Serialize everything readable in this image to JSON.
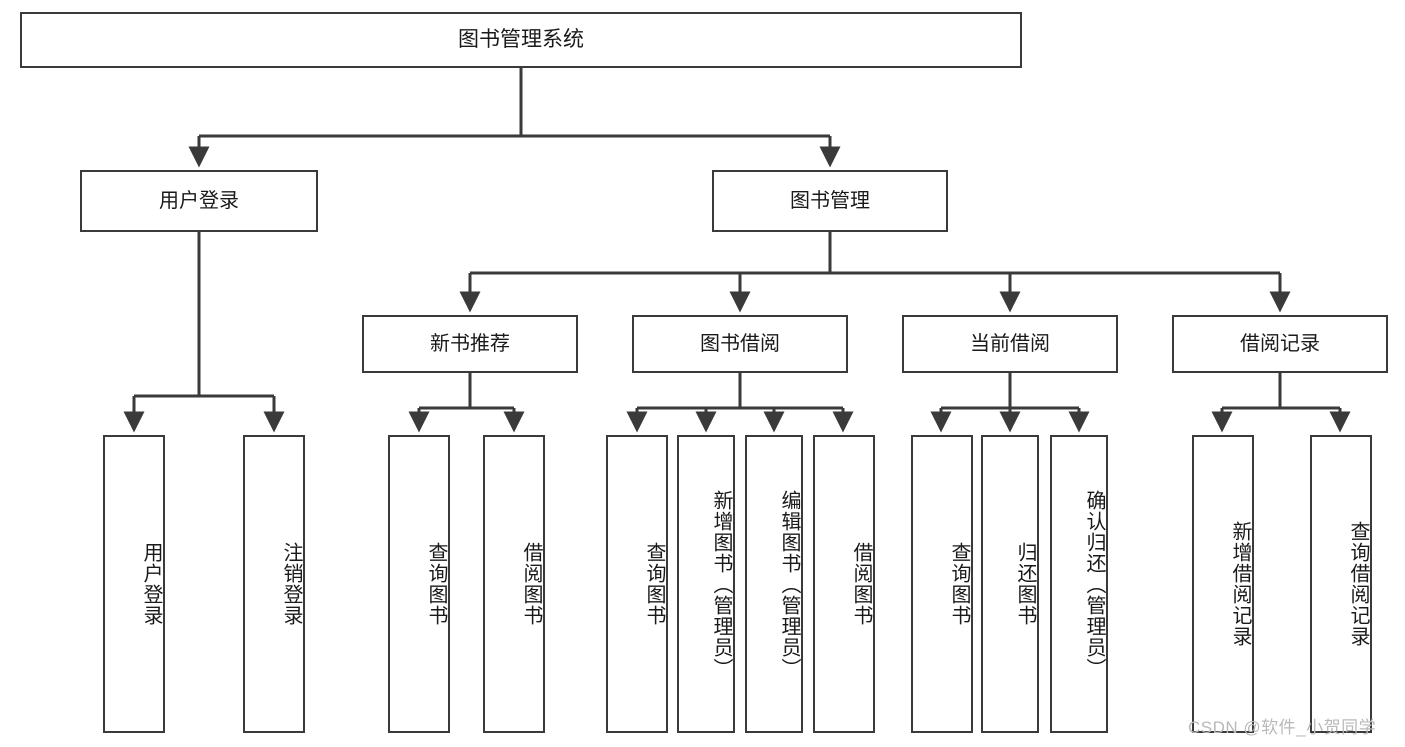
{
  "diagram": {
    "type": "tree-structure-chart",
    "title": "图书管理系统",
    "root": {
      "id": "root",
      "label": "图书管理系统"
    },
    "level2": [
      {
        "id": "user-login",
        "label": "用户登录"
      },
      {
        "id": "book-management",
        "label": "图书管理"
      }
    ],
    "level3": [
      {
        "id": "new-book-recommend",
        "label": "新书推荐",
        "parent": "book-management"
      },
      {
        "id": "book-borrow",
        "label": "图书借阅",
        "parent": "book-management"
      },
      {
        "id": "current-borrow",
        "label": "当前借阅",
        "parent": "book-management"
      },
      {
        "id": "borrow-record",
        "label": "借阅记录",
        "parent": "book-management"
      }
    ],
    "leaves": [
      {
        "id": "leaf-user-login",
        "label": "用户登录",
        "parent": "user-login"
      },
      {
        "id": "leaf-logout-login",
        "label": "注销登录",
        "parent": "user-login"
      },
      {
        "id": "leaf-query-book-1",
        "label": "查询图书",
        "parent": "new-book-recommend"
      },
      {
        "id": "leaf-borrow-book-1",
        "label": "借阅图书",
        "parent": "new-book-recommend"
      },
      {
        "id": "leaf-query-book-2",
        "label": "查询图书",
        "parent": "book-borrow"
      },
      {
        "id": "leaf-add-book",
        "label": "新增图书（管理员）",
        "parent": "book-borrow"
      },
      {
        "id": "leaf-edit-book",
        "label": "编辑图书（管理员）",
        "parent": "book-borrow"
      },
      {
        "id": "leaf-borrow-book-2",
        "label": "借阅图书",
        "parent": "book-borrow"
      },
      {
        "id": "leaf-query-book-3",
        "label": "查询图书",
        "parent": "current-borrow"
      },
      {
        "id": "leaf-return-book",
        "label": "归还图书",
        "parent": "current-borrow"
      },
      {
        "id": "leaf-confirm-return",
        "label": "确认归还（管理员）",
        "parent": "current-borrow"
      },
      {
        "id": "leaf-add-record",
        "label": "新增借阅记录",
        "parent": "borrow-record"
      },
      {
        "id": "leaf-query-record",
        "label": "查询借阅记录",
        "parent": "borrow-record"
      }
    ],
    "colors": {
      "stroke": "#3a3a3a",
      "box_fill": "#ffffff",
      "text": "#1a1a1a",
      "background": "#ffffff",
      "watermark": "#b9b9b9"
    }
  },
  "watermark": {
    "text": "CSDN @软件_小贺同学"
  }
}
